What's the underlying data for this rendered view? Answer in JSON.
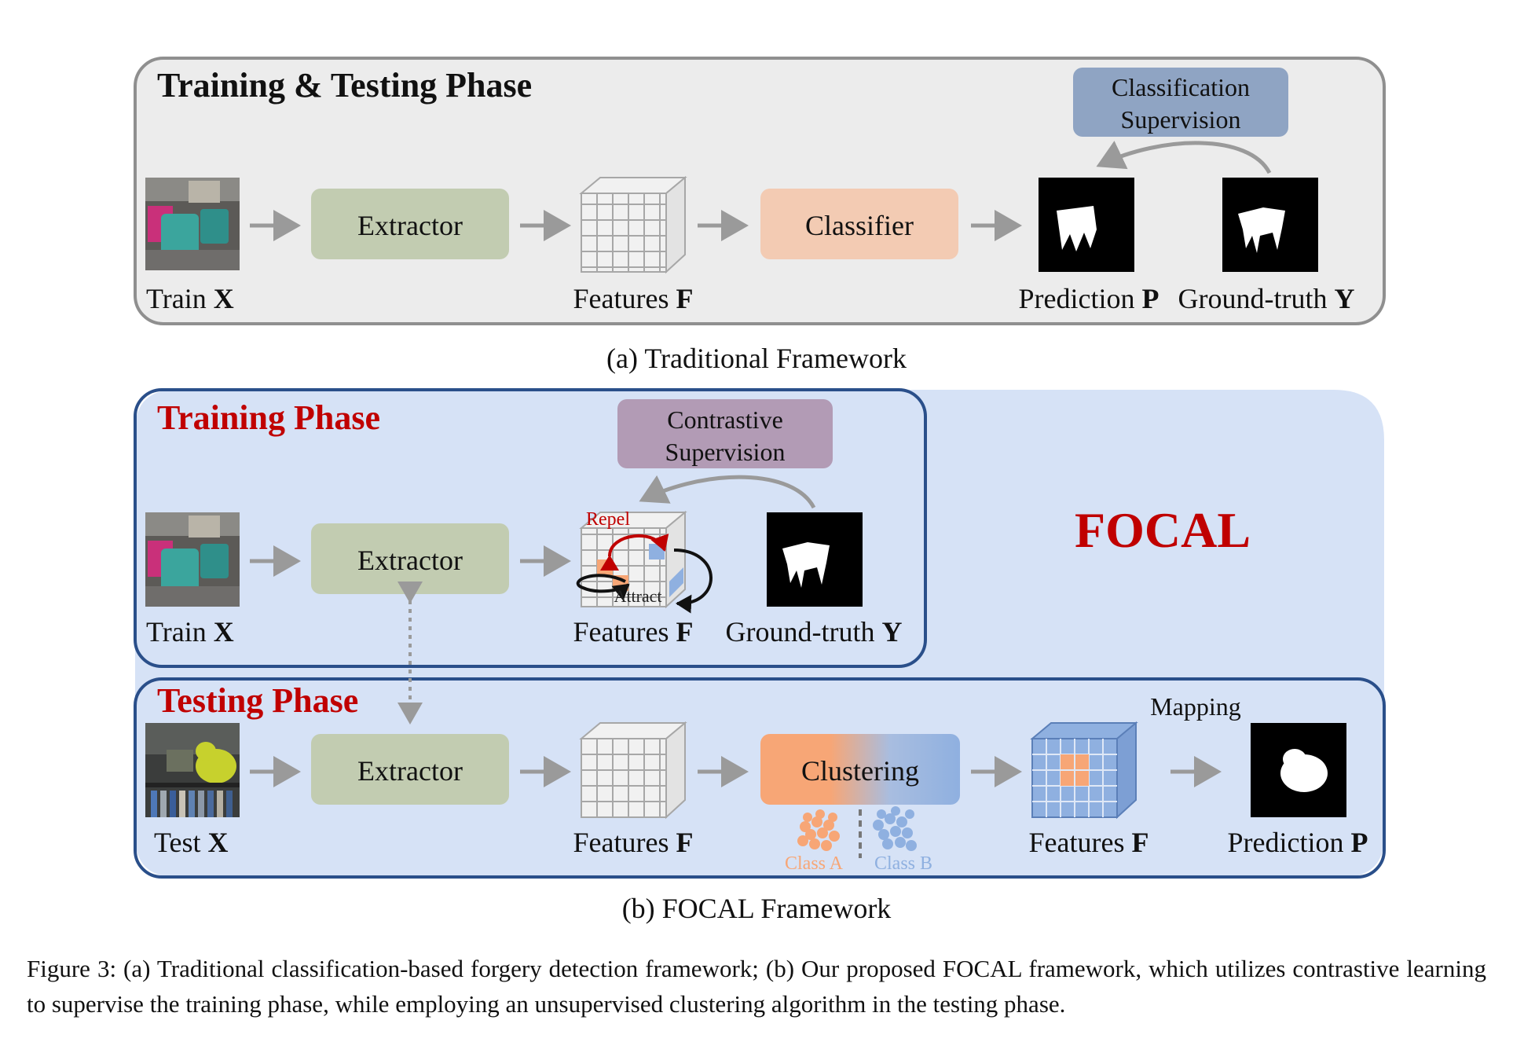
{
  "panel_a": {
    "title": "Training & Testing Phase",
    "supervision": [
      "Classification",
      "Supervision"
    ],
    "extractor": "Extractor",
    "classifier": "Classifier",
    "labels": {
      "train_x": [
        "Train ",
        "X"
      ],
      "features_f": [
        "Features ",
        "F"
      ],
      "prediction_p": [
        "Prediction ",
        "P"
      ],
      "ground_truth_y": [
        "Ground-truth ",
        "Y"
      ]
    },
    "caption": "(a) Traditional Framework"
  },
  "panel_b": {
    "training_title": "Training Phase",
    "testing_title": "Testing Phase",
    "focal": "FOCAL",
    "supervision": [
      "Contrastive",
      "Supervision"
    ],
    "extractor": "Extractor",
    "clustering": "Clustering",
    "repel": "Repel",
    "attract": "Attract",
    "mapping": "Mapping",
    "class_a": "Class A",
    "class_b": "Class B",
    "labels": {
      "train_x": [
        "Train ",
        "X"
      ],
      "features_f_train": [
        "Features ",
        "F"
      ],
      "ground_truth_y": [
        "Ground-truth ",
        "Y"
      ],
      "test_x": [
        "Test ",
        "X"
      ],
      "features_f_test": [
        "Features ",
        "F"
      ],
      "features_f_mapped": [
        "Features ",
        "F"
      ],
      "prediction_p": [
        "Prediction ",
        "P"
      ]
    },
    "caption": "(b) FOCAL Framework"
  },
  "figure_caption": "Figure 3: (a) Traditional classification-based forgery detection framework; (b) Our proposed FOCAL framework, which utilizes contrastive learning to supervise the training phase, while employing an unsupervised clustering algorithm in the testing phase.",
  "colors": {
    "panel_a_bg": "#ececec",
    "panel_a_border": "#8f8f8f",
    "panel_b_bg": "#d6e2f6",
    "phase_border": "#2a4f8a",
    "phase_title": "#c00000",
    "extractor_fill": "#c2ccb1",
    "classifier_fill": "#f3cbb3",
    "cls_sup_fill": "#8fa4c3",
    "con_sup_fill": "#b29bb5",
    "arrow": "#9a9a9a",
    "orange": "#f7a676",
    "blue": "#8fb0e0"
  }
}
